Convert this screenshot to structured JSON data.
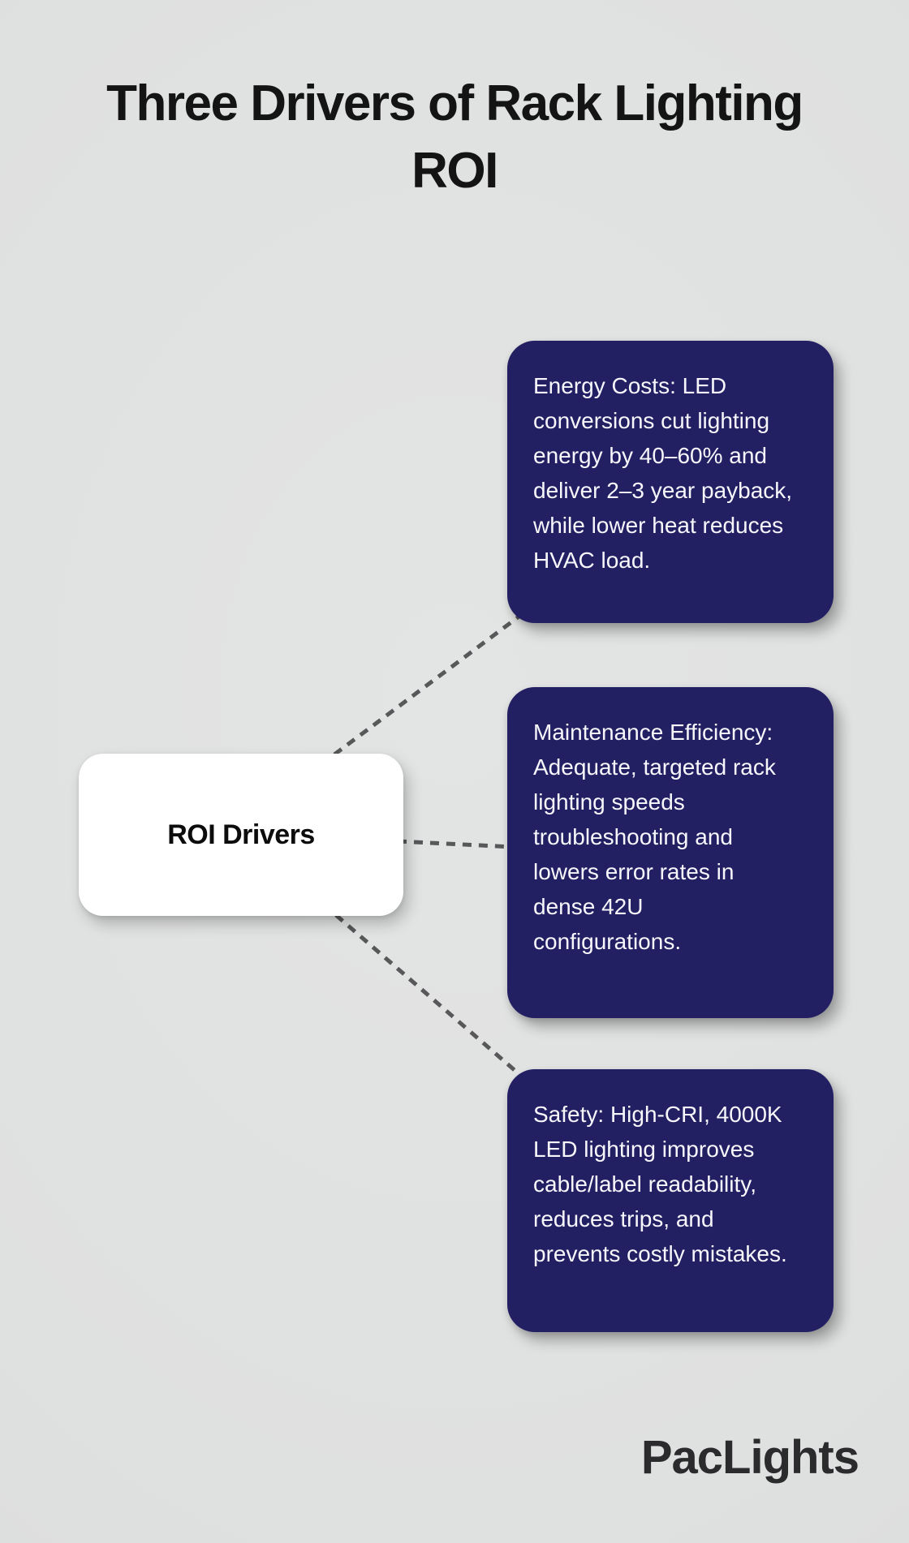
{
  "title": {
    "line1": "Three Drivers of Rack Lighting",
    "line2": "ROI"
  },
  "center_node": {
    "label": "ROI Drivers"
  },
  "drivers": [
    {
      "id": "energy-costs",
      "text": "Energy Costs: LED conversions cut lighting energy by 40–60% and deliver 2–3 year payback, while lower heat reduces HVAC load."
    },
    {
      "id": "maintenance-efficiency",
      "text": "Maintenance Efficiency: Adequate, targeted rack lighting speeds troubleshooting and lowers error rates in dense 42U configurations."
    },
    {
      "id": "safety",
      "text": "Safety: High-CRI, 4000K LED lighting improves cable/label readability, reduces trips, and prevents costly mistakes."
    }
  ],
  "branding": {
    "logo_text": "PacLights"
  },
  "colors": {
    "background": "#e3e4e4",
    "node_fill": "#221f63",
    "center_fill": "#ffffff",
    "node_text": "#f7f7fb",
    "title_text": "#141414",
    "connector": "#58585a",
    "logo_text_color": "#2b2b2e"
  }
}
